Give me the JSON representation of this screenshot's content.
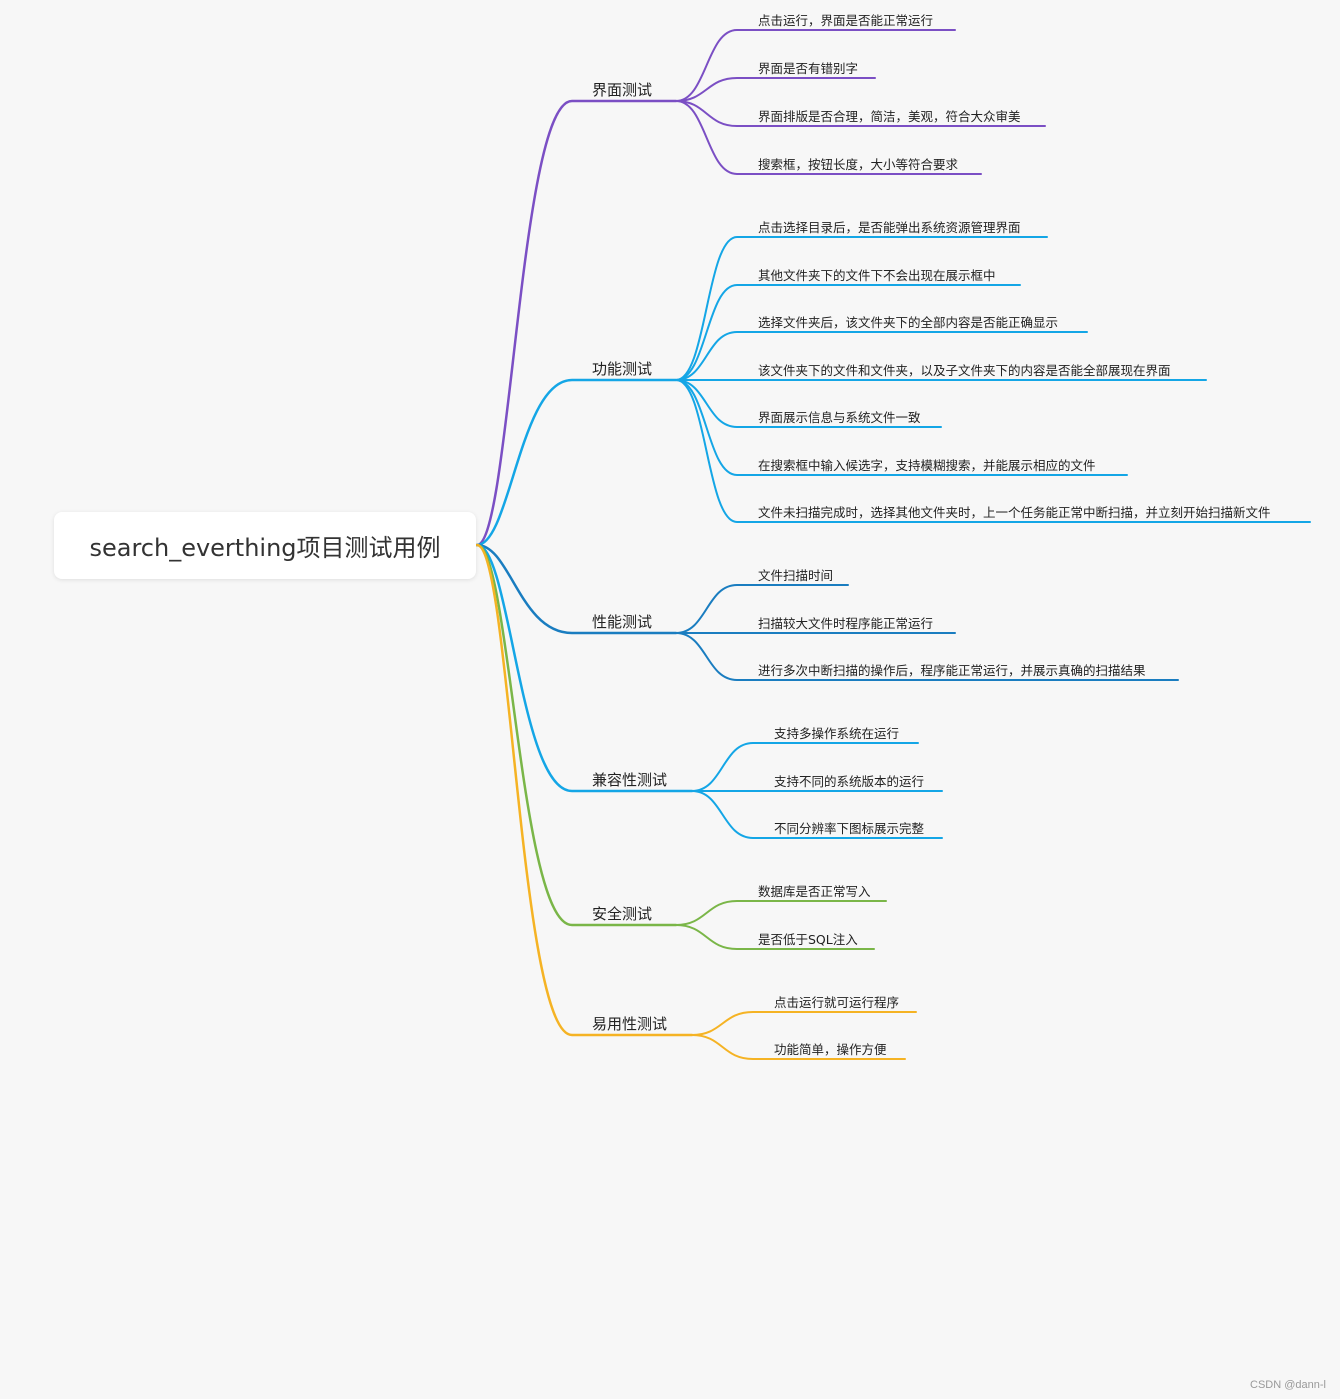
{
  "root": {
    "label": "search_everthing项目测试用例"
  },
  "branches": [
    {
      "label": "界面测试",
      "color": "#7b4fc4",
      "children": [
        "点击运行，界面是否能正常运行",
        "界面是否有错别字",
        "界面排版是否合理，简洁，美观，符合大众审美",
        "搜索框，按钮长度，大小等符合要求"
      ]
    },
    {
      "label": "功能测试",
      "color": "#14a6e6",
      "children": [
        "点击选择目录后，是否能弹出系统资源管理界面",
        "其他文件夹下的文件下不会出现在展示框中",
        "选择文件夹后，该文件夹下的全部内容是否能正确显示",
        "该文件夹下的文件和文件夹，以及子文件夹下的内容是否能全部展现在界面",
        "界面展示信息与系统文件一致",
        "在搜索框中输入候选字，支持模糊搜索，并能展示相应的文件",
        "文件未扫描完成时，选择其他文件夹时，上一个任务能正常中断扫描，并立刻开始扫描新文件"
      ]
    },
    {
      "label": "性能测试",
      "color": "#1a7dc0",
      "children": [
        "文件扫描时间",
        "扫描较大文件时程序能正常运行",
        "进行多次中断扫描的操作后，程序能正常运行，并展示真确的扫描结果"
      ]
    },
    {
      "label": "兼容性测试",
      "color": "#14a6e6",
      "children": [
        "支持多操作系统在运行",
        "支持不同的系统版本的运行",
        "不同分辨率下图标展示完整"
      ]
    },
    {
      "label": "安全测试",
      "color": "#7ab648",
      "children": [
        "数据库是否正常写入",
        "是否低于SQL注入"
      ]
    },
    {
      "label": "易用性测试",
      "color": "#f5b324",
      "children": [
        "点击运行就可运行程序",
        "功能简单，操作方便"
      ]
    }
  ],
  "footer": {
    "watermark": "CSDN @dann-l"
  }
}
